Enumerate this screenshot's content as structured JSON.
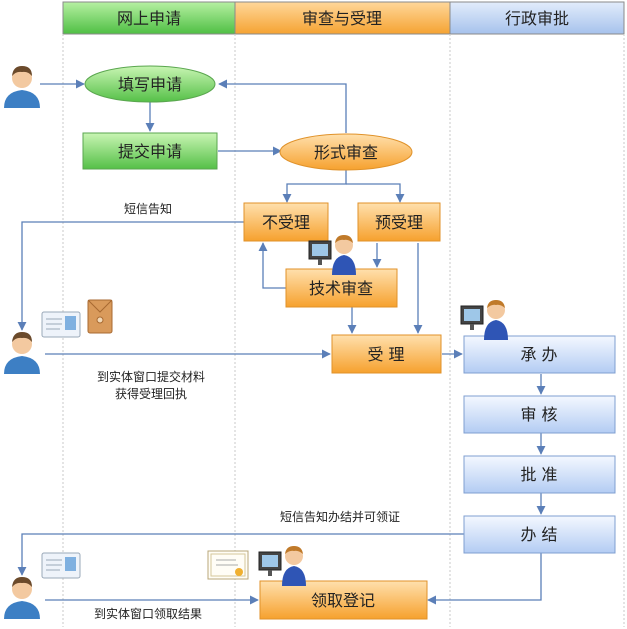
{
  "lanes": [
    {
      "title": "网上申请",
      "color": "#5cc85c"
    },
    {
      "title": "审查与受理",
      "color": "#fbb447"
    },
    {
      "title": "行政审批",
      "color": "#a9c6ef"
    }
  ],
  "nodes": {
    "fill_apply": "填写申请",
    "submit_apply": "提交申请",
    "formal_review": "形式审查",
    "not_accept": "不受理",
    "pre_accept": "预受理",
    "tech_review": "技术审查",
    "accept": "受 理",
    "undertake": "承 办",
    "audit": "审 核",
    "approve": "批 准",
    "complete": "办 结",
    "collect_register": "领取登记"
  },
  "annotations": {
    "sms_notice": "短信告知",
    "submit_materials_line1": "到实体窗口提交材料",
    "submit_materials_line2": "获得受理回执",
    "sms_done_notice": "短信告知办结并可领证",
    "collect_result": "到实体窗口领取结果"
  },
  "colors": {
    "green_start": "#bff0a8",
    "green_end": "#58c24a",
    "orange_start": "#ffd9a0",
    "orange_end": "#f7a230",
    "blue_start": "#eef4ff",
    "blue_end": "#b6cdf2",
    "arrow": "#5b7fb8"
  },
  "icons": [
    "user-icon",
    "operator-at-computer-icon",
    "id-card-icon",
    "envelope-icon",
    "certificate-icon"
  ]
}
